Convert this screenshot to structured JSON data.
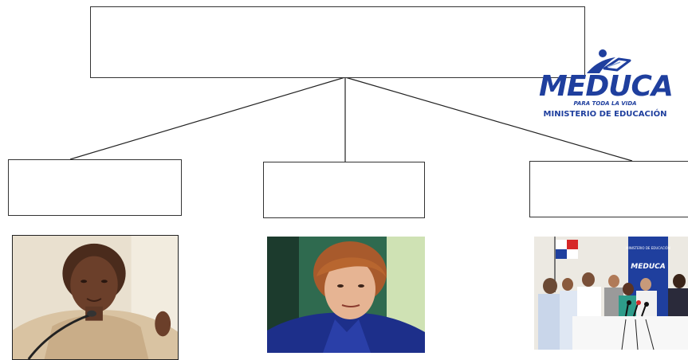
{
  "org_chart": {
    "top_box_label": "",
    "child_box_labels": [
      "",
      "",
      ""
    ]
  },
  "logo": {
    "wordmark": "MEDUCA",
    "tagline": "PARA TODA LA VIDA",
    "ministry": "MINISTERIO DE EDUCACIÓN",
    "brand_color": "#1f3f9e"
  },
  "photos": {
    "right_backdrop_caption": "MINISTERIO DE EDUCACIÓN",
    "right_backdrop_wordmark": "MEDUCA"
  },
  "icons": [
    "meduca-emblem-icon",
    "panama-flag-icon"
  ]
}
